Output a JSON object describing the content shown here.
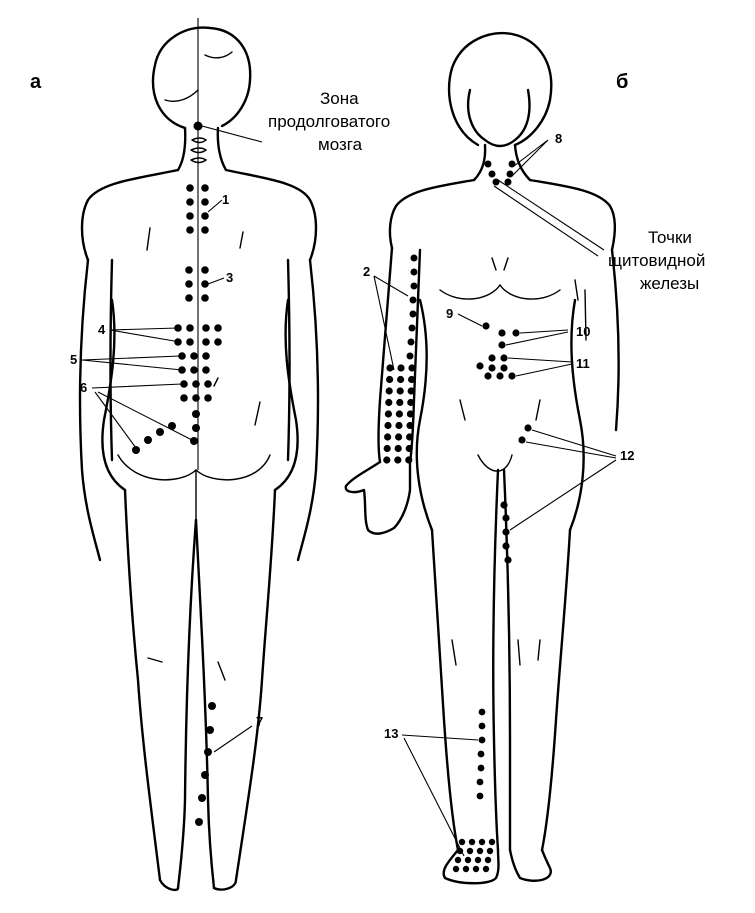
{
  "panels": {
    "left": "а",
    "right": "б"
  },
  "annotations": {
    "medulla_zone": [
      "Зона",
      "продолговатого",
      "мозга"
    ],
    "thyroid_points": [
      "Точки",
      "щитовидной",
      "железы"
    ]
  },
  "point_labels": [
    "1",
    "2",
    "3",
    "4",
    "5",
    "6",
    "7",
    "8",
    "9",
    "10",
    "11",
    "12",
    "13"
  ]
}
